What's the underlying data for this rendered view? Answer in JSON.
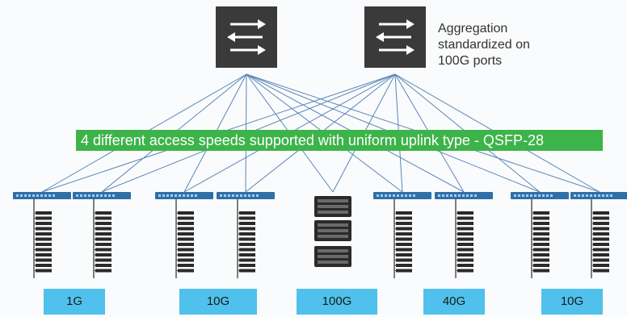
{
  "aggregation_label": {
    "lines": [
      "Aggregation",
      "standardized on",
      "100G ports"
    ]
  },
  "banner": {
    "text": "4 different access speeds supported with uniform uplink type -  QSFP-28"
  },
  "speed_labels": [
    "1G",
    "10G",
    "100G",
    "40G",
    "10G"
  ],
  "colors": {
    "switch_box": "#3a3a3a",
    "link_line": "#5a86b8",
    "banner_bg": "#3db449",
    "speed_bg": "#4fc1ec",
    "access_switch": "#2f6fa8",
    "server": "#2a2a2a"
  },
  "icons": {
    "aggregation_switch": "bidirectional-arrows-icon",
    "access_switch": "rack-switch-icon",
    "server_rack": "server-stack-icon",
    "storage": "storage-chassis-icon"
  }
}
